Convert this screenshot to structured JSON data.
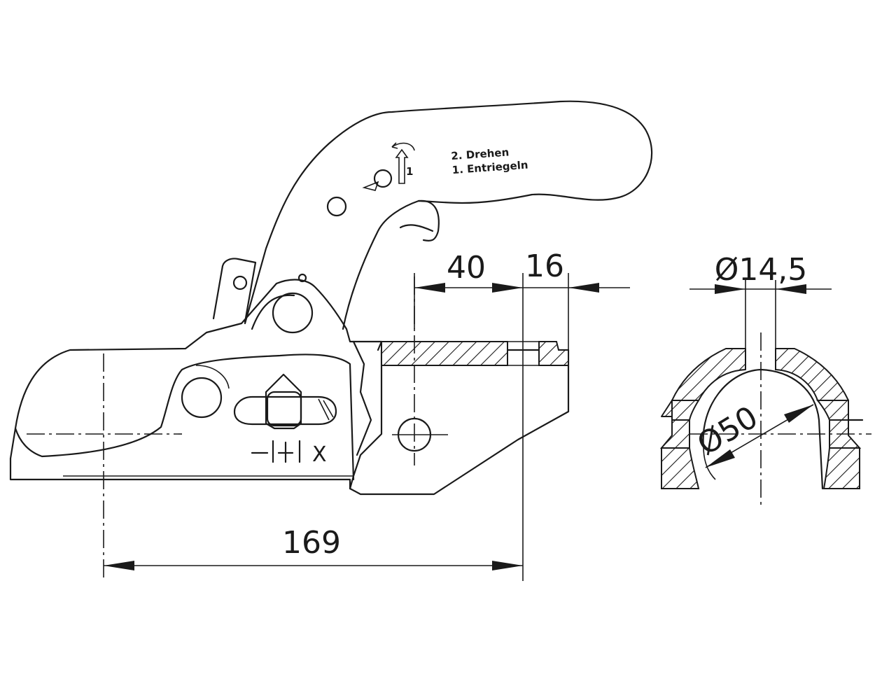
{
  "dimensions": {
    "d40": "40",
    "d16": "16",
    "d169": "169",
    "bore": "Ø14,5",
    "ball": "Ø50"
  },
  "handle_labels": {
    "step2": "2. Drehen",
    "step1": "1. Entriegeln",
    "arrow_num": "1"
  },
  "indicator_symbol": "X"
}
